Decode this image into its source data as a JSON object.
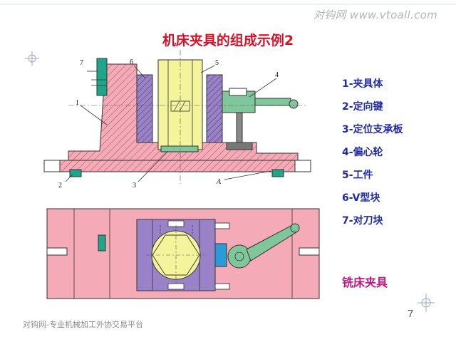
{
  "watermark_top": "对钩网  www.vtoall.com",
  "title": "机床夹具的组成示例2",
  "legend": [
    "1-夹具体",
    "2-定向键",
    "3-定位支承板",
    "4-偏心轮",
    "5-工件",
    "6-V型块",
    "7-对刀块"
  ],
  "subtitle": "铣床夹具",
  "page_number": "7",
  "watermark_bottom": "对钩网-专业机械加工外协交易平台",
  "callouts": {
    "n1": "1",
    "n2": "2",
    "n3": "3",
    "n4": "4",
    "n5": "5",
    "n6": "6",
    "n7": "7",
    "nA": "A"
  },
  "colors": {
    "fixture_body": "#f4aab7",
    "v_block": "#9a82c8",
    "workpiece": "#f4f49c",
    "eccentric": "#7fc79a",
    "key": "#1fa58a",
    "title": "#d4122a",
    "legend": "#1f2aa8",
    "subtitle": "#c0187e"
  }
}
